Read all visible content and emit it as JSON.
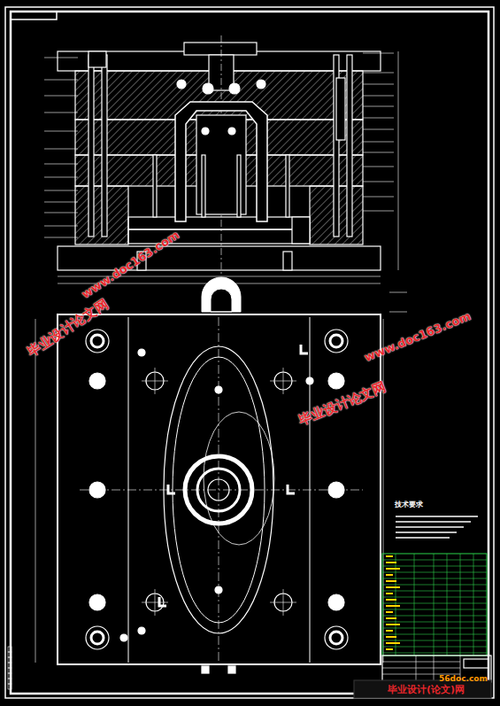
{
  "diagram": {
    "labels": [
      "www.doc163.com",
      "毕业设计论文网",
      "www.doc163.com",
      "毕业设计论文网",
      "技术要求",
      "毕业设计(论文)网",
      "56doc.com"
    ]
  }
}
